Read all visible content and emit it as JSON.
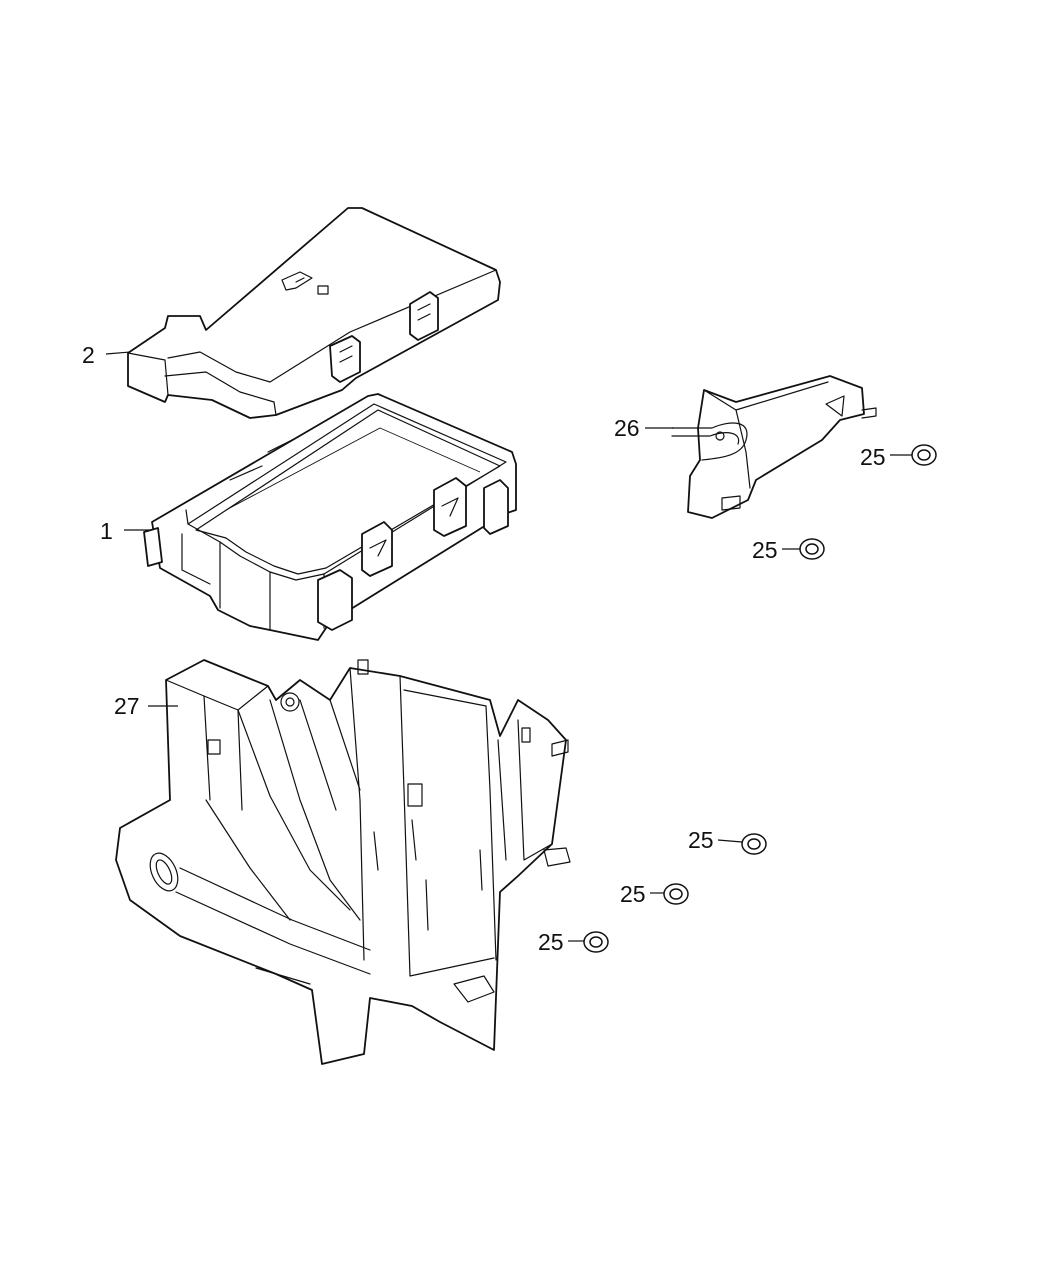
{
  "callouts": [
    {
      "id": "cover",
      "label": "2"
    },
    {
      "id": "fuse-box",
      "label": "1"
    },
    {
      "id": "tray",
      "label": "27"
    },
    {
      "id": "bracket",
      "label": "26"
    },
    {
      "id": "nut-a",
      "label": "25"
    },
    {
      "id": "nut-b",
      "label": "25"
    },
    {
      "id": "nut-c",
      "label": "25"
    },
    {
      "id": "nut-d",
      "label": "25"
    },
    {
      "id": "nut-e",
      "label": "25"
    }
  ]
}
